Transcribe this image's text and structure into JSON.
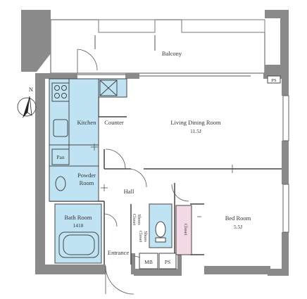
{
  "colors": {
    "wall": "#8a8a8a",
    "wet_area": "#bfe3f3",
    "closet_pink": "#f3d9e4",
    "line": "#444444",
    "text": "#333333"
  },
  "rooms": {
    "balcony": {
      "label": "Balcony"
    },
    "ldk": {
      "label": "Living Dining Room",
      "size": "11.5J"
    },
    "kitchen": {
      "label": "Kitchen"
    },
    "counter": {
      "label": "Counter"
    },
    "pan": {
      "label": "Pan"
    },
    "powder": {
      "line1": "Powder",
      "line2": "Room"
    },
    "hall": {
      "label": "Hall"
    },
    "bath": {
      "label": "Bath Room",
      "size": "1418"
    },
    "bedroom": {
      "label": "Bed Room",
      "size": "5.5J"
    },
    "entrance": {
      "label": "Entrance"
    },
    "shoes1": {
      "line1": "Shoes",
      "line2": "Closet"
    },
    "shoes2": {
      "line1": "Shoes",
      "line2": "Closet"
    },
    "closet": {
      "label": "Closet"
    },
    "mb": {
      "label": "MB"
    },
    "ps_bottom": {
      "label": "PS"
    },
    "ps_top": {
      "label": "PS"
    }
  },
  "compass": {
    "label": "N",
    "icon": "north-arrow-icon"
  }
}
